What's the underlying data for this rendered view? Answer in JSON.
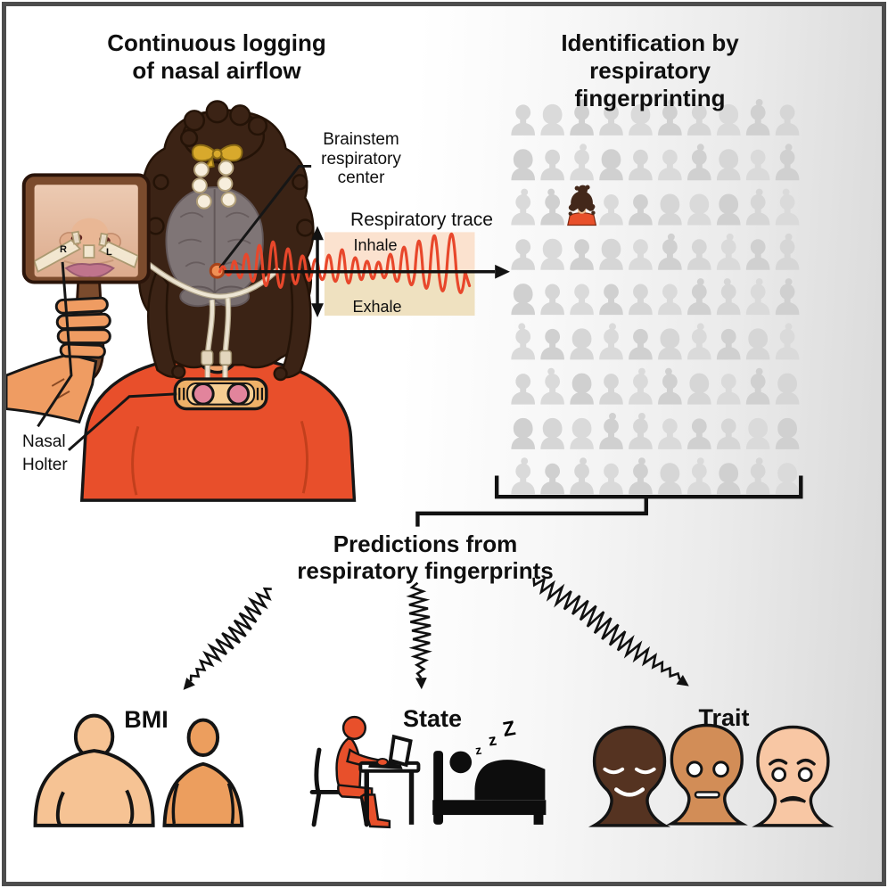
{
  "colors": {
    "accent_orange_red": "#E84F2B",
    "trace_red": "#E8472B",
    "silhouette_gray": "#D5D5D5",
    "inhale_band": "#FBE2CF",
    "exhale_band": "#EFE1C0",
    "border_gray": "#4D4D4D",
    "skin_tone": "#F1A26B",
    "hair_brown": "#3B2315"
  },
  "panel_logging": {
    "title": "Continuous logging\nof nasal airflow",
    "annotations": {
      "brainstem": "Brainstem\nrespiratory\ncenter",
      "respiratory_trace": "Respiratory trace",
      "inhale": "Inhale",
      "exhale": "Exhale",
      "nasal_holter": "Nasal\nHolter",
      "nostril_right": "R",
      "nostril_left": "L"
    }
  },
  "panel_identification": {
    "title": "Identification by\nrespiratory fingerprinting",
    "crowd": {
      "rows": 9,
      "cols": 10,
      "highlighted_row": 3,
      "highlighted_col": 3
    }
  },
  "panel_predictions": {
    "title": "Predictions from\nrespiratory fingerprints",
    "categories": [
      {
        "label": "BMI"
      },
      {
        "label": "State",
        "sleep_text": [
          "z",
          "z",
          "Z"
        ]
      },
      {
        "label": "Trait"
      }
    ]
  }
}
